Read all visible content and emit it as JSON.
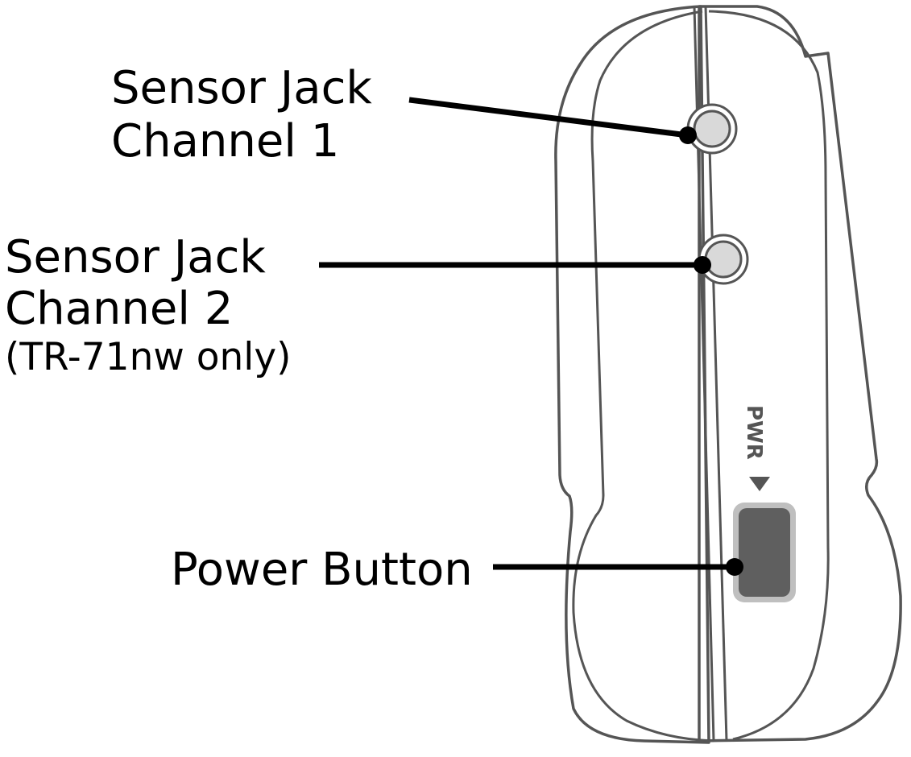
{
  "diagram": {
    "device_label": "PWR",
    "device_arrow": "▼",
    "callouts": [
      {
        "id": "sensor-jack-channel-1",
        "lines": [
          "Sensor Jack",
          "Channel 1"
        ]
      },
      {
        "id": "sensor-jack-channel-2",
        "lines": [
          "Sensor Jack",
          "Channel 2"
        ],
        "note": "(TR-71nw only)"
      },
      {
        "id": "power-button",
        "lines": [
          "Power Button"
        ]
      }
    ]
  },
  "colors": {
    "outline": "#555555",
    "callout_line": "#000000",
    "jack_fill": "#d9d9d9",
    "button_fill": "#5f5f5f",
    "button_ring": "#bfbfbf"
  }
}
